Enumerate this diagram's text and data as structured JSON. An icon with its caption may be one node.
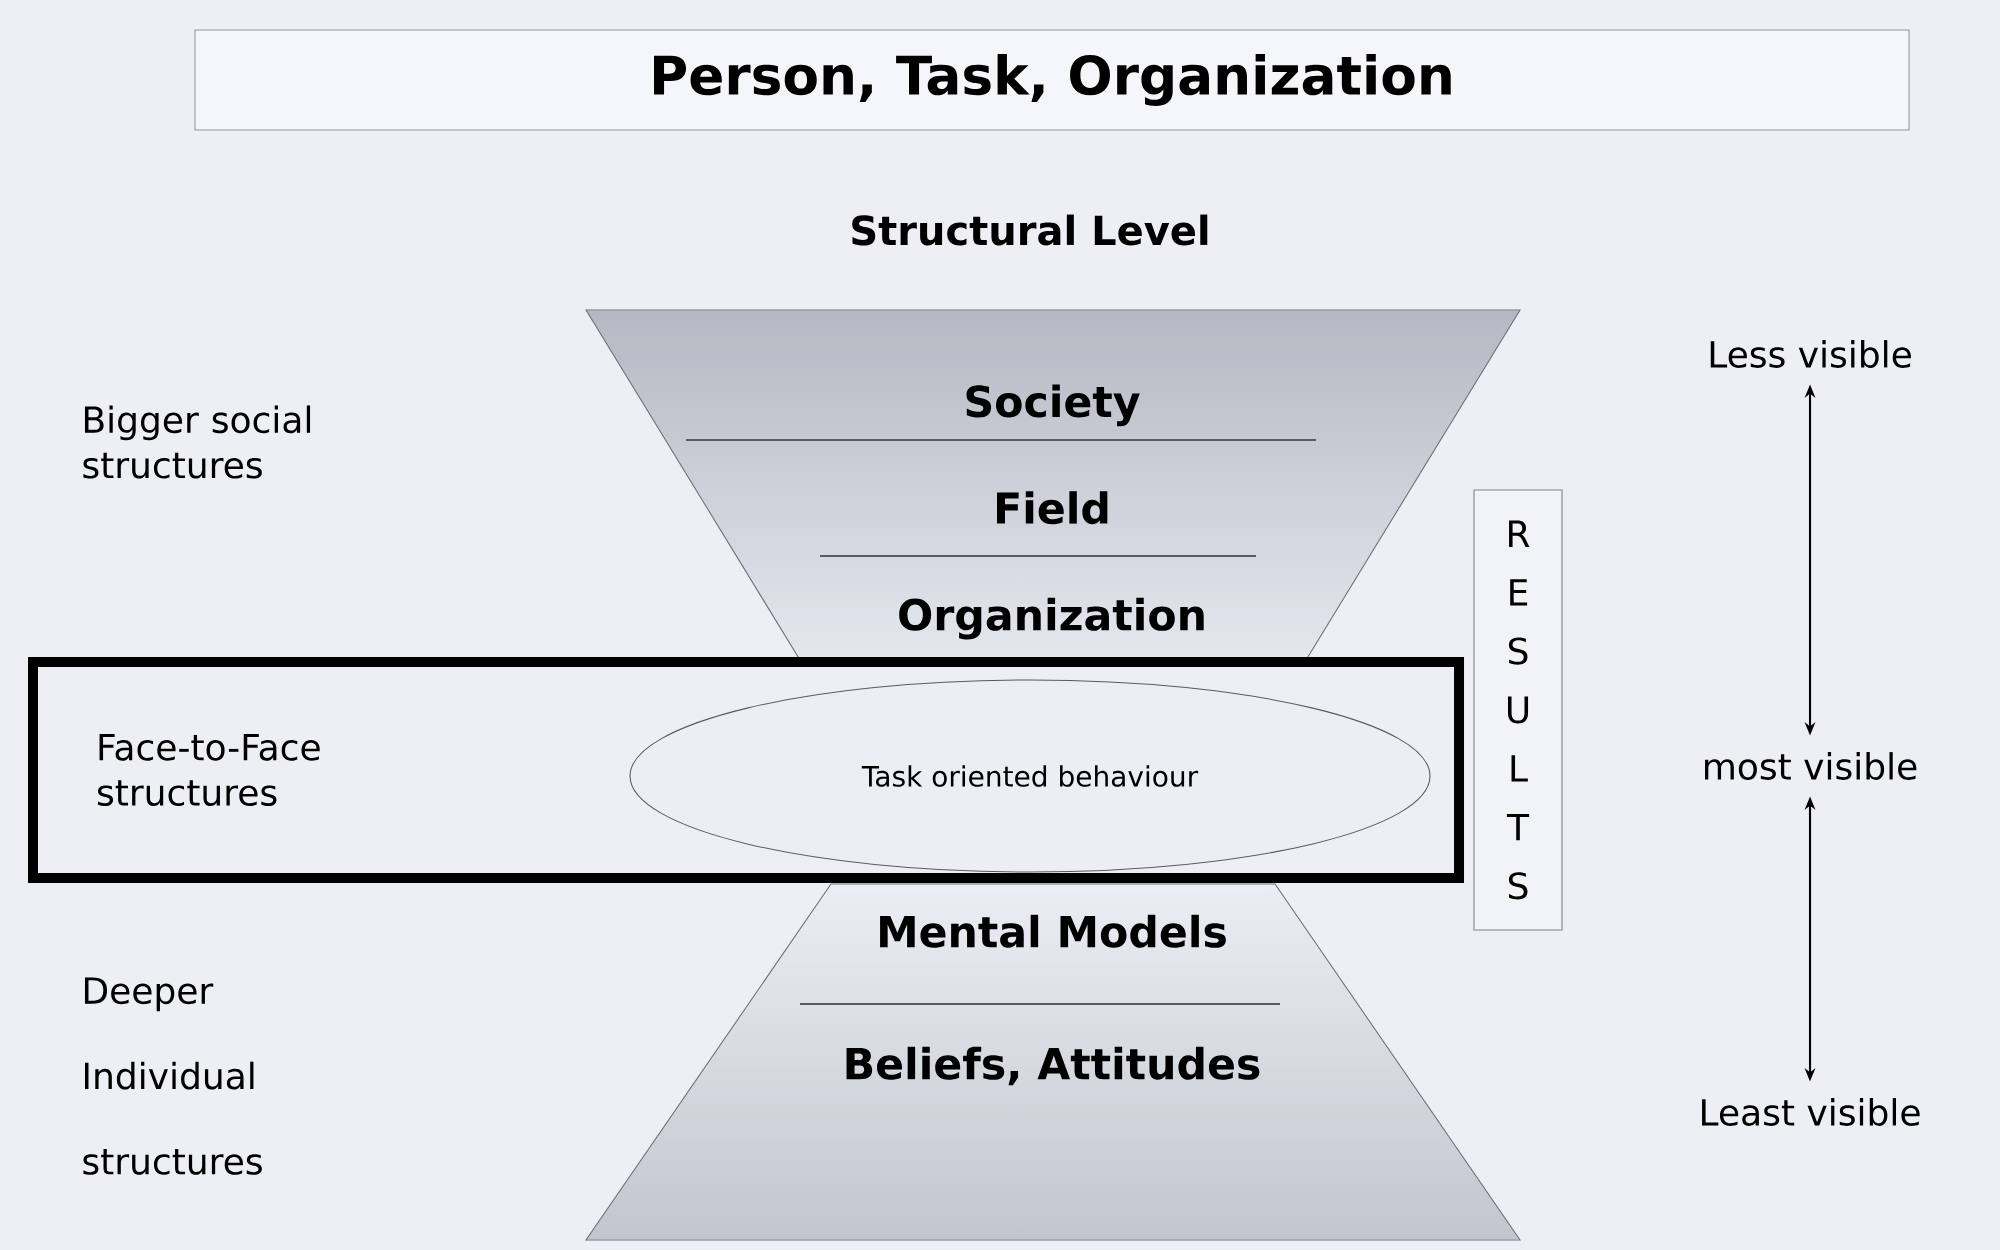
{
  "diagram": {
    "nodes": [
      {
        "text": [
          "Person, Task, Organization"
        ]
      },
      {
        "text": [
          "Society",
          "Field",
          "Organization"
        ]
      },
      {
        "text": [
          "Face-to-Face structures"
        ]
      },
      {
        "text": [
          "Task oriented behaviour"
        ],
        "in": 2
      },
      {
        "text": [
          "Mental Models",
          "Beliefs, Attitudes"
        ]
      },
      {
        "text": [
          "RESULTS"
        ]
      },
      {
        "text": [
          "Less visible"
        ]
      },
      {
        "text": [
          "most visible"
        ]
      },
      {
        "text": [
          "Least visible"
        ]
      }
    ],
    "edges": [
      {
        "from": 6,
        "to": 7,
        "arrow": "both"
      },
      {
        "from": 7,
        "to": 8,
        "arrow": "both"
      }
    ],
    "labels": [
      "Structural Level",
      "Bigger social structures",
      "Deeper Individual structures"
    ]
  }
}
